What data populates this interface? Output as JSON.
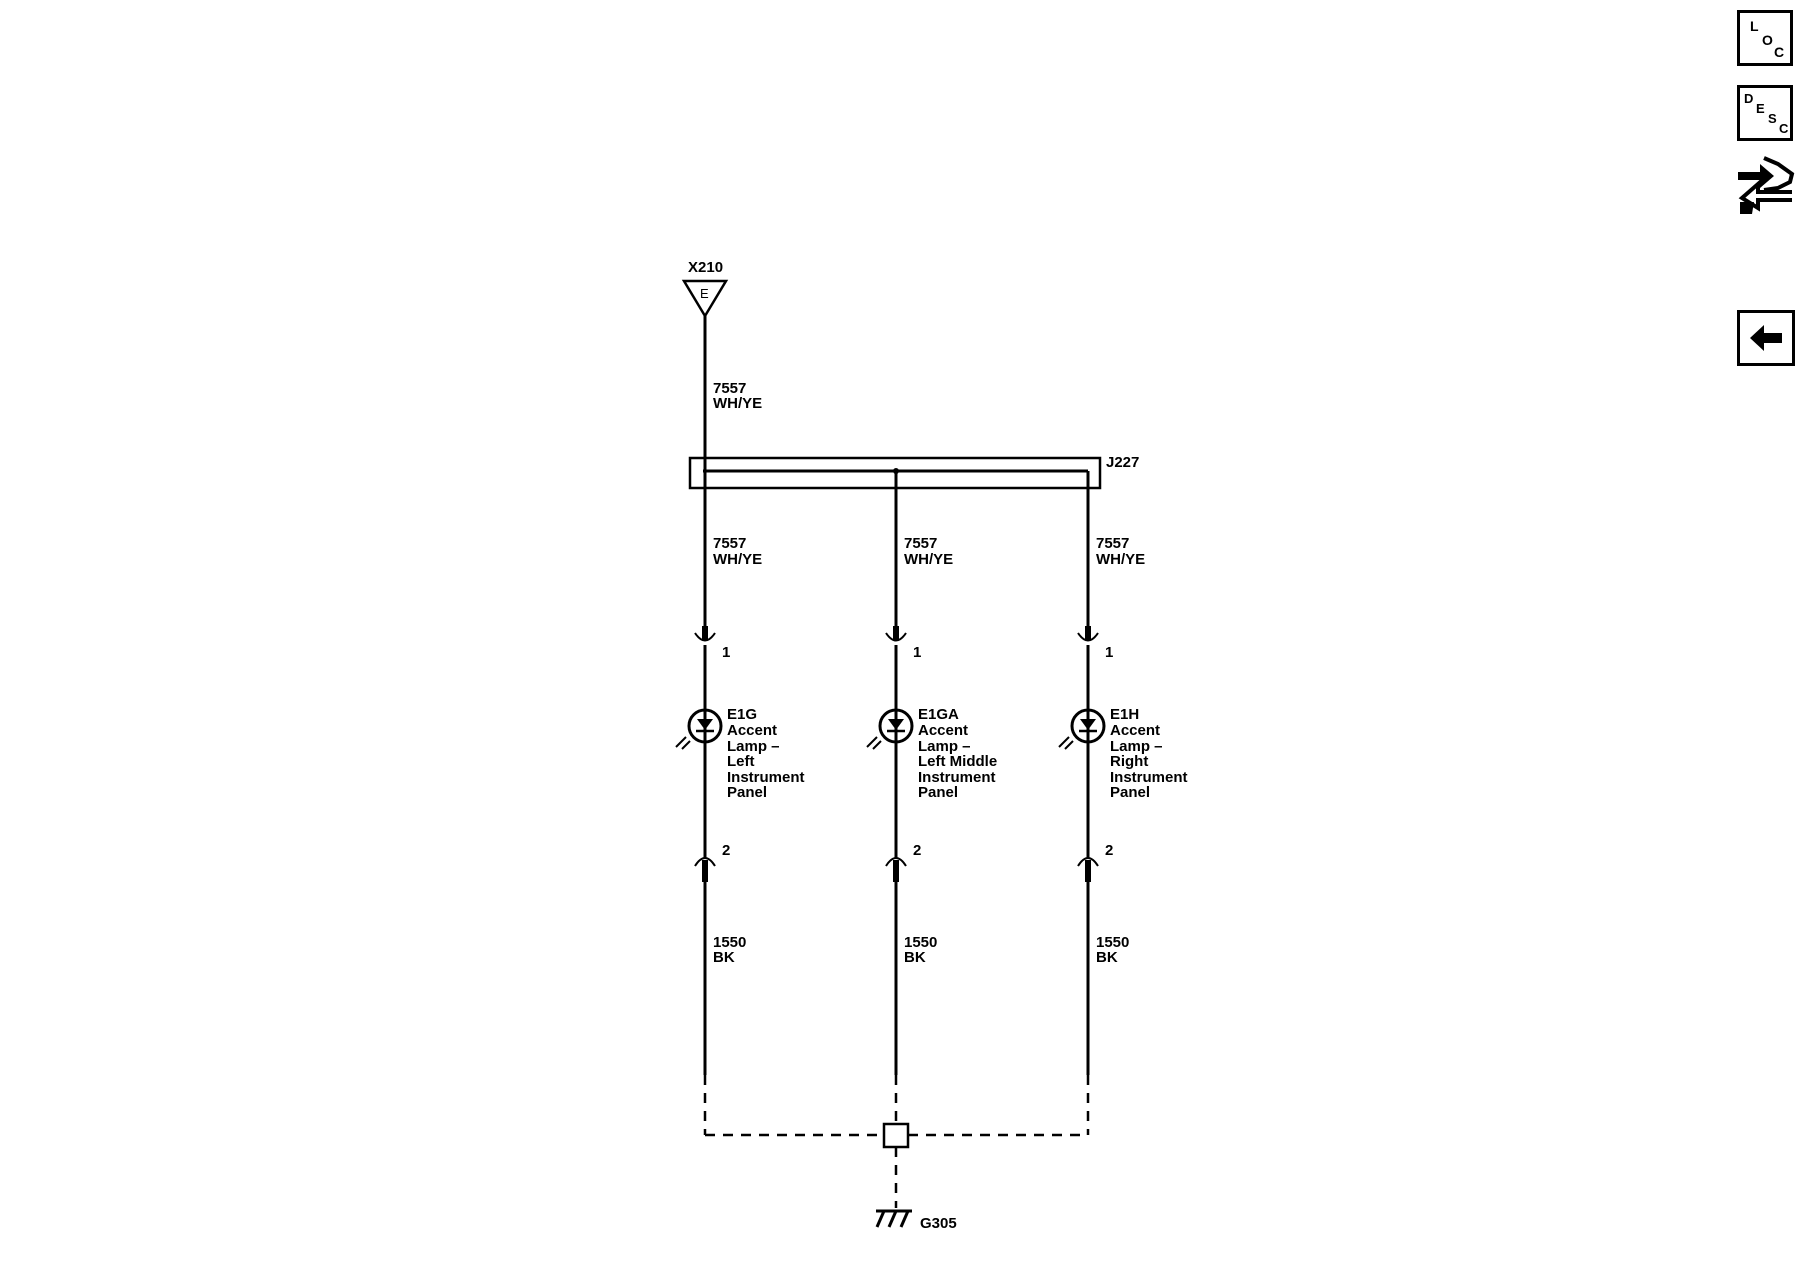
{
  "toolbar": {
    "loc": {
      "l1": "L",
      "l2": "O",
      "l3": "C"
    },
    "desc": {
      "l1": "D",
      "l2": "E",
      "l3": "S",
      "l4": "C"
    },
    "connector_end_view_icon": "connector-end-view-icon",
    "back_icon": "back-arrow-icon"
  },
  "schematic": {
    "source_connector": {
      "id": "X210",
      "pin": "E"
    },
    "feed_wire": {
      "circuit": "7557",
      "color": "WH/YE"
    },
    "junction_block": {
      "id": "J227"
    },
    "branches": [
      {
        "wire_top": {
          "circuit": "7557",
          "color": "WH/YE"
        },
        "pin_top": "1",
        "component": {
          "id": "E1G",
          "name_lines": [
            "Accent",
            "Lamp –",
            "Left",
            "Instrument",
            "Panel"
          ]
        },
        "pin_bottom": "2",
        "wire_bottom": {
          "circuit": "1550",
          "color": "BK"
        }
      },
      {
        "wire_top": {
          "circuit": "7557",
          "color": "WH/YE"
        },
        "pin_top": "1",
        "component": {
          "id": "E1GA",
          "name_lines": [
            "Accent",
            "Lamp –",
            "Left Middle",
            "Instrument",
            "Panel"
          ]
        },
        "pin_bottom": "2",
        "wire_bottom": {
          "circuit": "1550",
          "color": "BK"
        }
      },
      {
        "wire_top": {
          "circuit": "7557",
          "color": "WH/YE"
        },
        "pin_top": "1",
        "component": {
          "id": "E1H",
          "name_lines": [
            "Accent",
            "Lamp –",
            "Right",
            "Instrument",
            "Panel"
          ]
        },
        "pin_bottom": "2",
        "wire_bottom": {
          "circuit": "1550",
          "color": "BK"
        }
      }
    ],
    "ground": {
      "id": "G305"
    }
  }
}
